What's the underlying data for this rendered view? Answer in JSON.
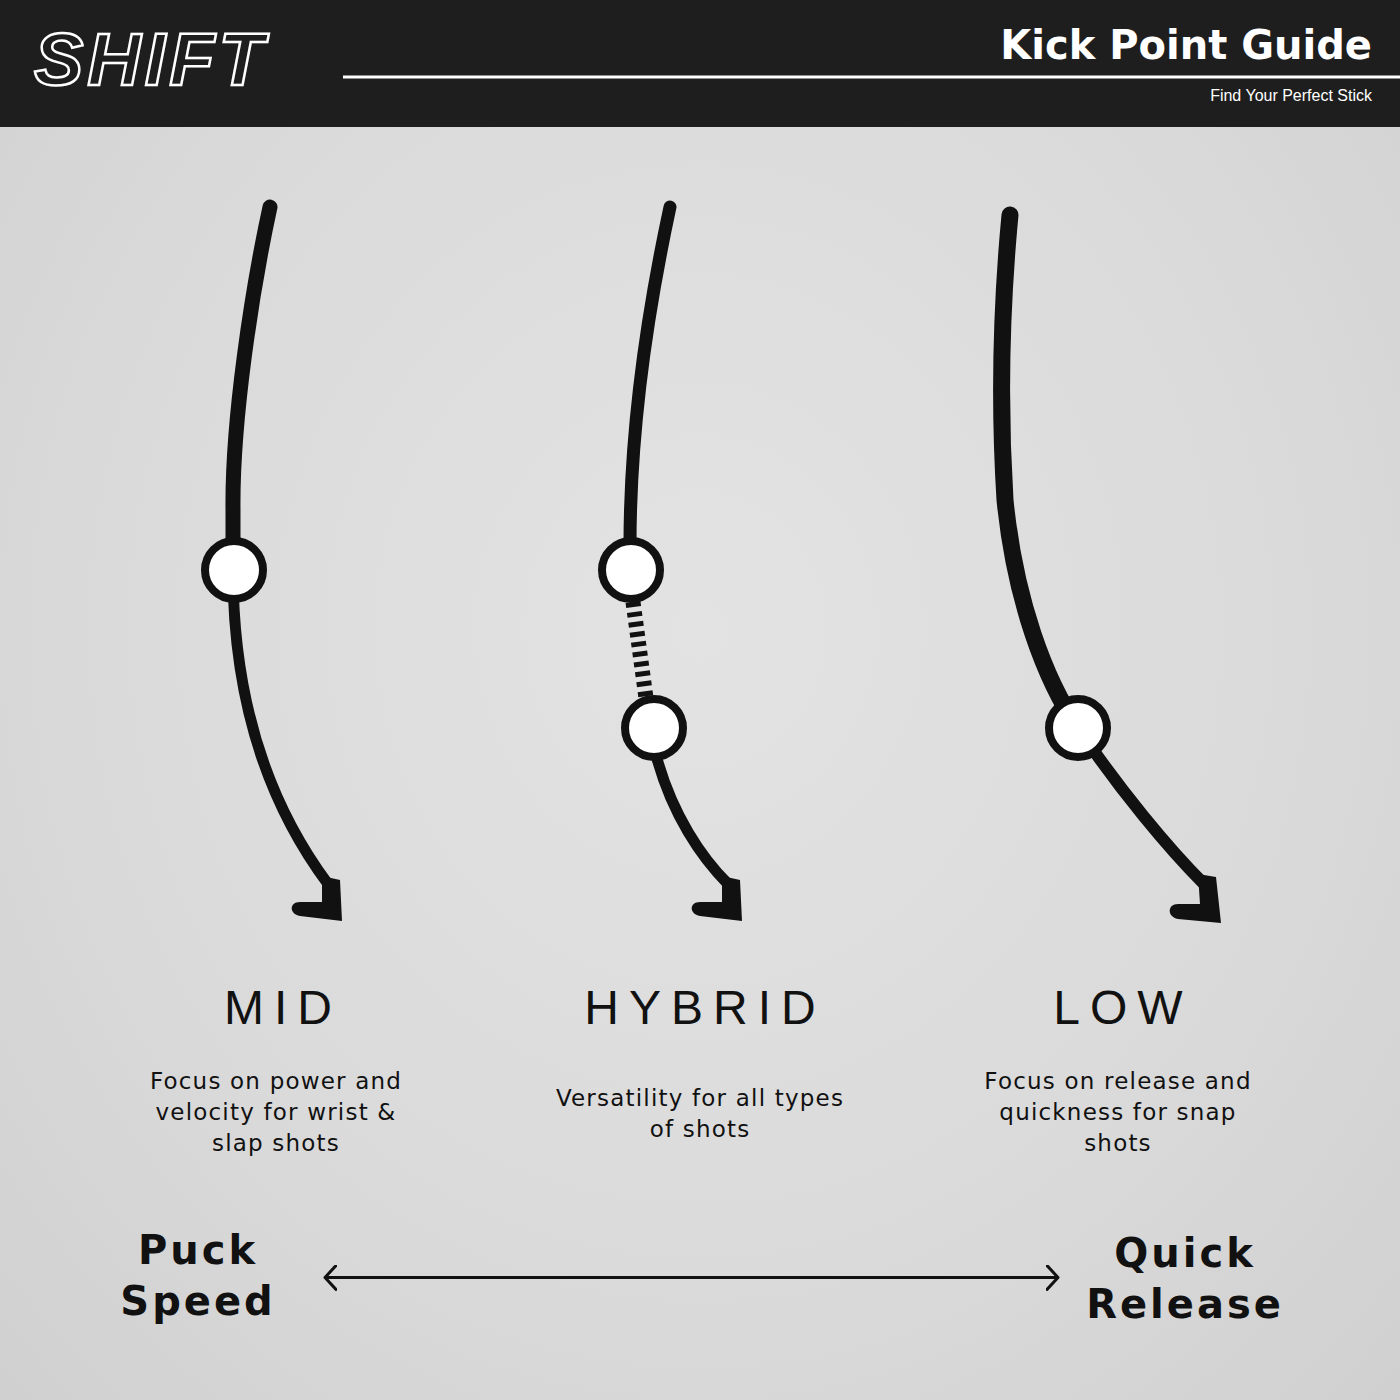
{
  "diagram": {
    "title": "Kick Point Guide",
    "nodes": [
      {
        "text": [
          "Puck Speed"
        ]
      },
      {
        "text": [
          "Quick Release"
        ]
      }
    ],
    "edges": [
      {
        "from": 0,
        "to": 1,
        "arrow": "both"
      }
    ],
    "labels": [
      "SHIFT",
      "Find Your Perfect Stick",
      "MID",
      "Focus on power and velocity for wrist & slap shots",
      "HYBRID",
      "Versatility for all types of shots",
      "LOW",
      "Focus on release and quickness for snap shots"
    ]
  }
}
